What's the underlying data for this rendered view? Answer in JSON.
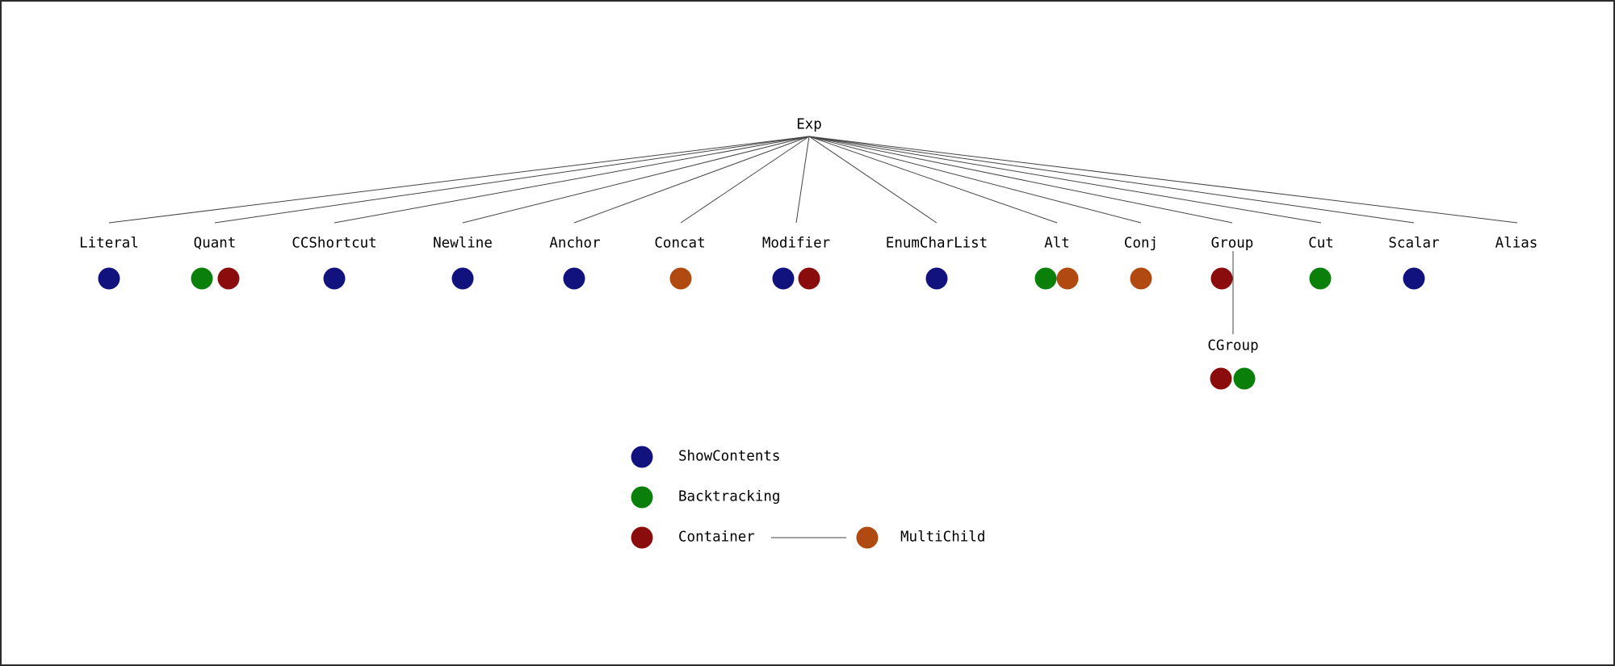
{
  "tree": {
    "root": {
      "label": "Exp"
    },
    "children": [
      {
        "label": "Literal",
        "dots": [
          "ShowContents"
        ]
      },
      {
        "label": "Quant",
        "dots": [
          "Backtracking",
          "Container"
        ]
      },
      {
        "label": "CCShortcut",
        "dots": [
          "ShowContents"
        ]
      },
      {
        "label": "Newline",
        "dots": [
          "ShowContents"
        ]
      },
      {
        "label": "Anchor",
        "dots": [
          "ShowContents"
        ]
      },
      {
        "label": "Concat",
        "dots": [
          "MultiChild"
        ]
      },
      {
        "label": "Modifier",
        "dots": [
          "ShowContents",
          "Container"
        ]
      },
      {
        "label": "EnumCharList",
        "dots": [
          "ShowContents"
        ]
      },
      {
        "label": "Alt",
        "dots": [
          "Backtracking",
          "MultiChild"
        ]
      },
      {
        "label": "Conj",
        "dots": [
          "MultiChild"
        ]
      },
      {
        "label": "Group",
        "dots": [
          "Container"
        ],
        "children": [
          {
            "label": "CGroup",
            "dots": [
              "Container",
              "Backtracking"
            ]
          }
        ]
      },
      {
        "label": "Cut",
        "dots": [
          "Backtracking"
        ]
      },
      {
        "label": "Scalar",
        "dots": [
          "ShowContents"
        ]
      },
      {
        "label": "Alias",
        "dots": []
      }
    ]
  },
  "legend": {
    "items": [
      {
        "label": "ShowContents",
        "color": "#12127E"
      },
      {
        "label": "Backtracking",
        "color": "#0A800A"
      },
      {
        "label": "Container",
        "color": "#8B0C0C"
      },
      {
        "label": "MultiChild",
        "color": "#B04A10"
      }
    ]
  },
  "colors": {
    "show_contents": "#12127E",
    "backtracking": "#0A800A",
    "container": "#8B0C0C",
    "multi_child": "#B04A10"
  }
}
